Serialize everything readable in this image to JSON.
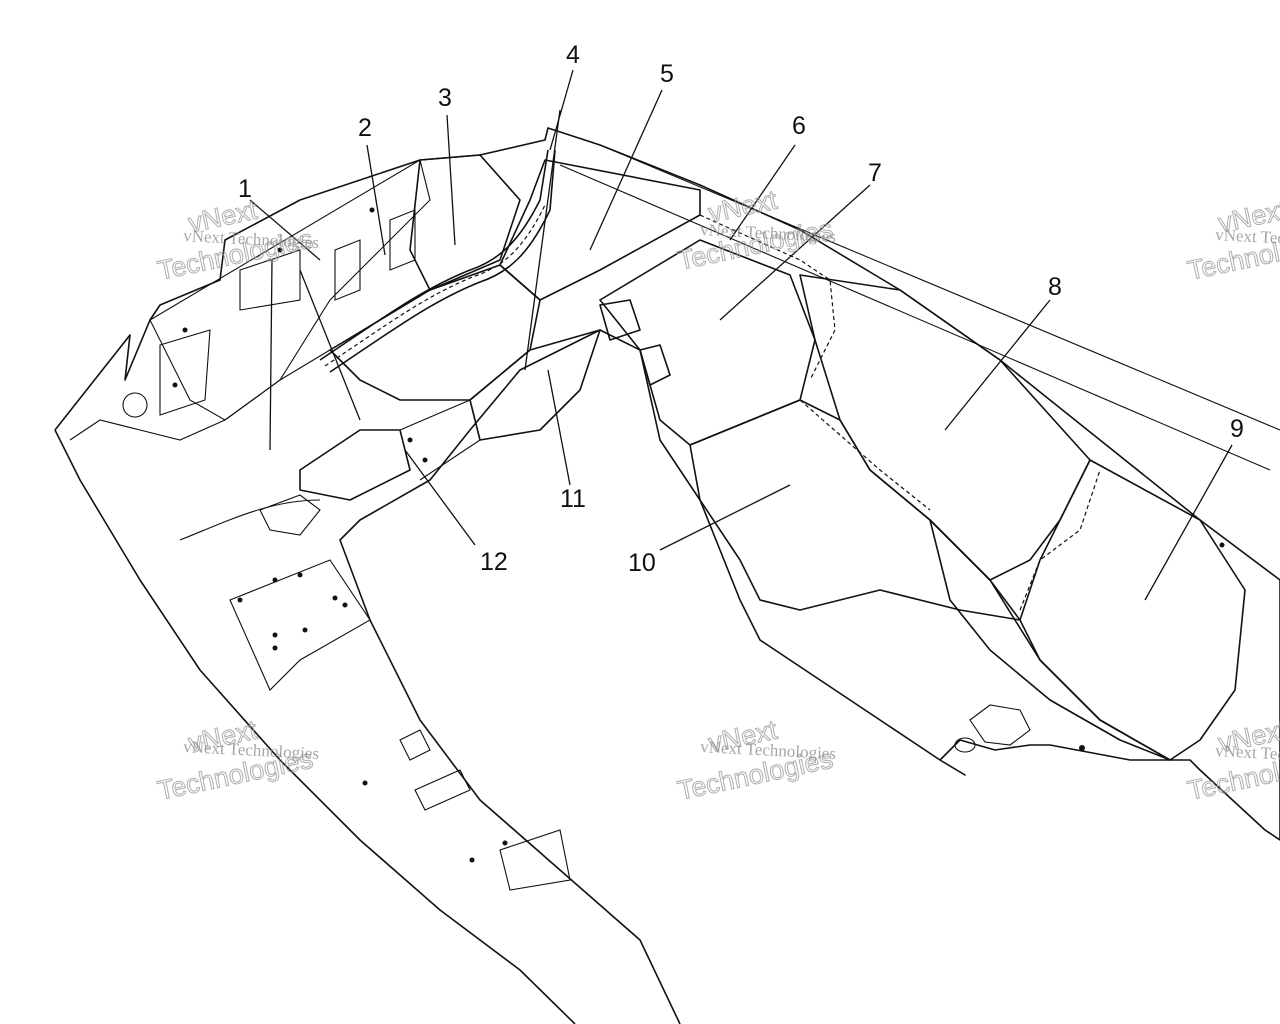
{
  "callouts": [
    {
      "id": "1",
      "label": "1"
    },
    {
      "id": "2",
      "label": "2"
    },
    {
      "id": "3",
      "label": "3"
    },
    {
      "id": "4",
      "label": "4"
    },
    {
      "id": "5",
      "label": "5"
    },
    {
      "id": "6",
      "label": "6"
    },
    {
      "id": "7",
      "label": "7"
    },
    {
      "id": "8",
      "label": "8"
    },
    {
      "id": "9",
      "label": "9"
    },
    {
      "id": "10",
      "label": "10"
    },
    {
      "id": "11",
      "label": "11"
    },
    {
      "id": "12",
      "label": "12"
    }
  ],
  "watermark": {
    "line1": "vNext Technologies",
    "line2": "vNext",
    "line3": "Technologies"
  }
}
